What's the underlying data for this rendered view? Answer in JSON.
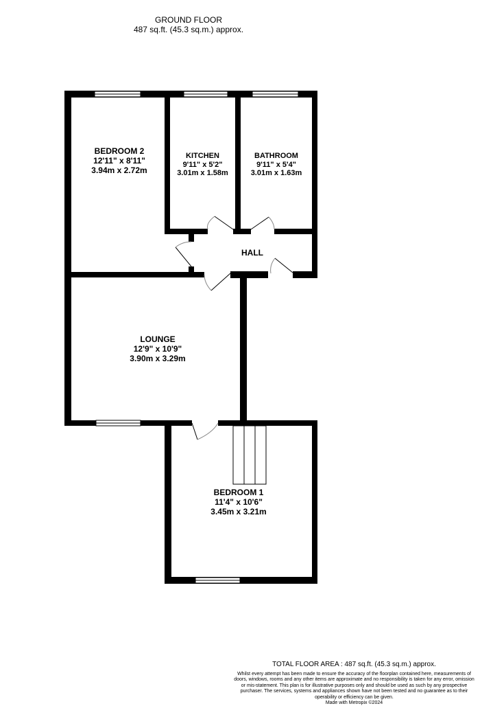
{
  "header": {
    "floor": "GROUND FLOOR",
    "area": "487 sq.ft. (45.3 sq.m.) approx."
  },
  "rooms": [
    {
      "name": "BEDROOM 2",
      "imperial": "12'11\"  x 8'11\"",
      "metric": "3.94m  x 2.72m"
    },
    {
      "name": "KITCHEN",
      "imperial": "9'11\"  x 5'2\"",
      "metric": "3.01m  x 1.58m"
    },
    {
      "name": "BATHROOM",
      "imperial": "9'11\"  x 5'4\"",
      "metric": "3.01m  x 1.63m"
    },
    {
      "name": "HALL"
    },
    {
      "name": "LOUNGE",
      "imperial": "12'9\"  x 10'9\"",
      "metric": "3.90m  x 3.29m"
    },
    {
      "name": "BEDROOM 1",
      "imperial": "11'4\"  x 10'6\"",
      "metric": "3.45m  x 3.21m"
    }
  ],
  "footer": {
    "total": "TOTAL FLOOR AREA : 487 sq.ft. (45.3 sq.m.) approx.",
    "disclaimer": "Whilst every attempt has been made to ensure the accuracy of the floorplan contained here, measurements of doors, windows, rooms and any other items are approximate and no responsibility is taken for any error, omission or mis-statement. This plan is for illustrative purposes only and should be used as such by any prospective purchaser. The services, systems and appliances shown have not been tested and no guarantee as to their operability or efficiency can be given.",
    "credit": "Made with Metropix ©2024"
  }
}
